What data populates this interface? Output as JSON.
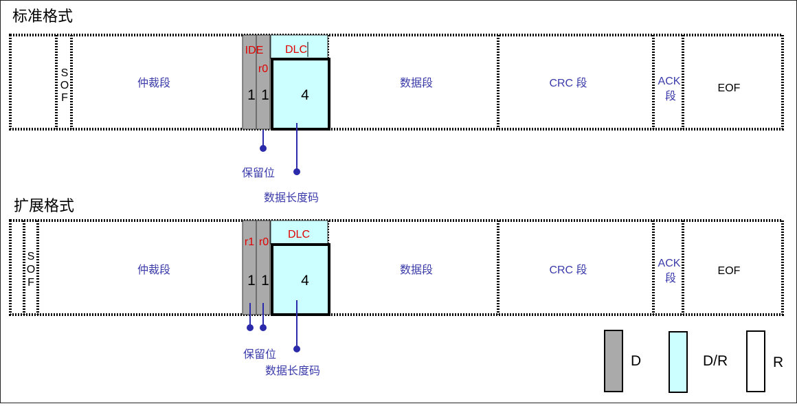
{
  "standard": {
    "title": "标准格式",
    "sof": [
      "S",
      "O",
      "F"
    ],
    "arbitration": "仲裁段",
    "ide": "IDE",
    "r0": "r0",
    "dlc": "DLC",
    "bit_ide": "1",
    "bit_r0": "1",
    "dlc_len": "4",
    "data": "数据段",
    "crc": "CRC 段",
    "ack": [
      "ACK",
      "段"
    ],
    "eof": "EOF",
    "reserved_note": "保留位",
    "dlc_note": "数据长度码"
  },
  "extended": {
    "title": "扩展格式",
    "sof": [
      "S",
      "O",
      "F"
    ],
    "arbitration": "仲裁段",
    "r1": "r1",
    "r0": "r0",
    "dlc": "DLC",
    "bit_r1": "1",
    "bit_r0": "1",
    "dlc_len": "4",
    "data": "数据段",
    "crc": "CRC 段",
    "ack": [
      "ACK",
      "段"
    ],
    "eof": "EOF",
    "reserved_note": "保留位",
    "dlc_note": "数据长度码"
  },
  "legend": [
    {
      "label": "D",
      "color": "#aaaaaa"
    },
    {
      "label": "D/R",
      "color": "#ccffff"
    },
    {
      "label": "R",
      "color": "#ffffff"
    }
  ]
}
